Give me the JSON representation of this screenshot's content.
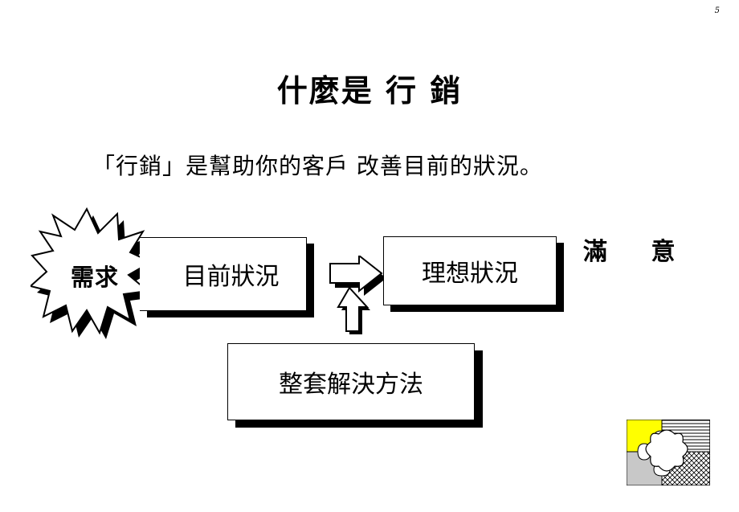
{
  "page_number": "5",
  "title": "什麼是 行 銷",
  "definition": "「行銷」是幫助你的客戶 改善目前的狀況。",
  "diagram": {
    "need_label": "需求",
    "current_state_label": "目前狀況",
    "ideal_state_label": "理想狀況",
    "solution_label": "整套解決方法",
    "satisfied_label": "滿 意"
  },
  "logo": {
    "icon": "puzzle-logo-icon",
    "colors": {
      "yellow": "#ffff00",
      "gray": "#c8c8c8",
      "line": "#000000"
    }
  }
}
